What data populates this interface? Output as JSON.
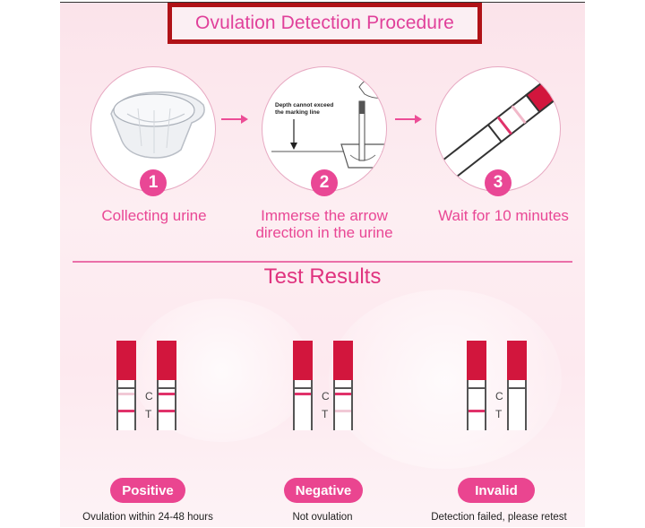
{
  "header": {
    "title": "Ovulation Detection Procedure"
  },
  "steps": [
    {
      "number": "1",
      "label": "Collecting urine",
      "image": "urine-cup"
    },
    {
      "number": "2",
      "label_line1": "Immerse the arrow",
      "label_line2": "direction in the urine",
      "image": "strip-in-cup",
      "annotation_line1": "Depth cannot exceed",
      "annotation_line2": "the marking line"
    },
    {
      "number": "3",
      "label": "Wait for 10 minutes",
      "image": "test-strip-diagonal"
    }
  ],
  "results": {
    "title": "Test Results",
    "markers": {
      "c": "C",
      "t": "T"
    },
    "items": [
      {
        "badge": "Positive",
        "description": "Ovulation within 24-48 hours"
      },
      {
        "badge": "Negative",
        "description": "Not ovulation"
      },
      {
        "badge": "Invalid",
        "description": "Detection failed, please retest"
      }
    ]
  },
  "colors": {
    "accent_pink": "#e94795",
    "strip_red": "#d2163d",
    "title_border": "#b01217",
    "faint_line": "#f1b8c9"
  }
}
